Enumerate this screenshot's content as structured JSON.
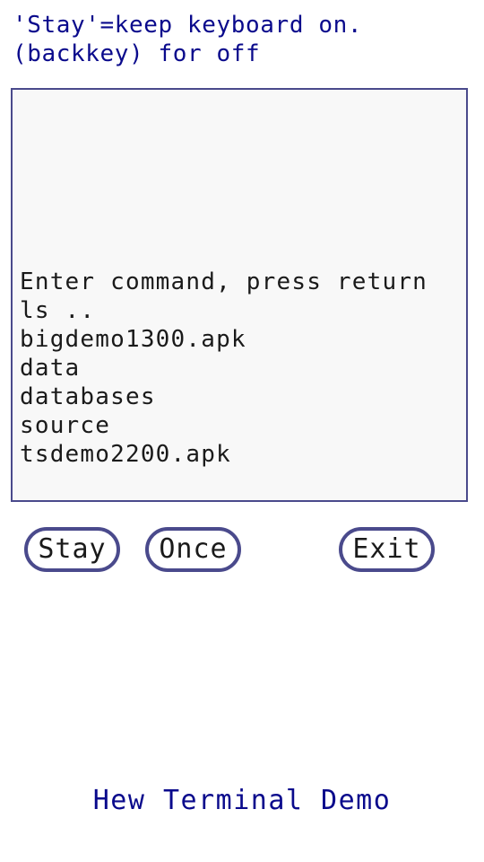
{
  "hint": {
    "line1": "'Stay'=keep keyboard on.",
    "line2": "(backkey) for off"
  },
  "terminal": {
    "lines": [
      "Enter command, press return",
      "ls ..",
      "bigdemo1300.apk",
      "data",
      "databases",
      "source",
      "tsdemo2200.apk"
    ]
  },
  "buttons": {
    "stay": "Stay",
    "once": "Once",
    "exit": "Exit"
  },
  "footer": {
    "title": "Hew Terminal Demo"
  },
  "colors": {
    "accent_text": "#0a0a8c",
    "border": "#4a4a8c",
    "terminal_bg": "#f8f8f8"
  }
}
